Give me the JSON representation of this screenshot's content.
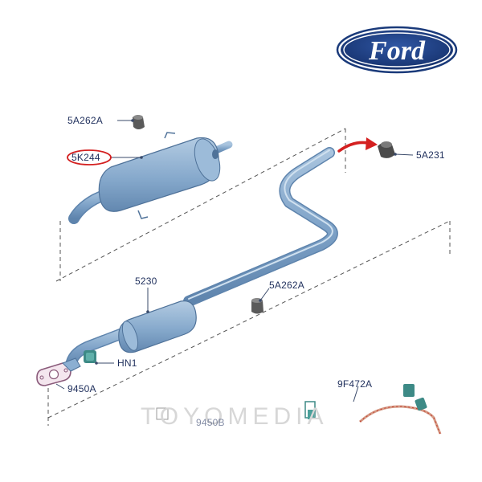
{
  "brand": {
    "logo_text": "Ford",
    "logo_color": "#1a3a7a"
  },
  "watermark": "TOYOMEDIA",
  "highlight_color": "#d42020",
  "pipe_color": "#7fa3c8",
  "parts": [
    {
      "id": "5A262A",
      "label": "5A262A"
    },
    {
      "id": "5K244",
      "label": "5K244",
      "highlighted": true
    },
    {
      "id": "5A231",
      "label": "5A231"
    },
    {
      "id": "5230",
      "label": "5230"
    },
    {
      "id": "5A262A-2",
      "label": "5A262A"
    },
    {
      "id": "HN1",
      "label": "HN1"
    },
    {
      "id": "9450A",
      "label": "9450A"
    },
    {
      "id": "9F472A",
      "label": "9F472A"
    },
    {
      "id": "9450B",
      "label": "9450B"
    }
  ]
}
